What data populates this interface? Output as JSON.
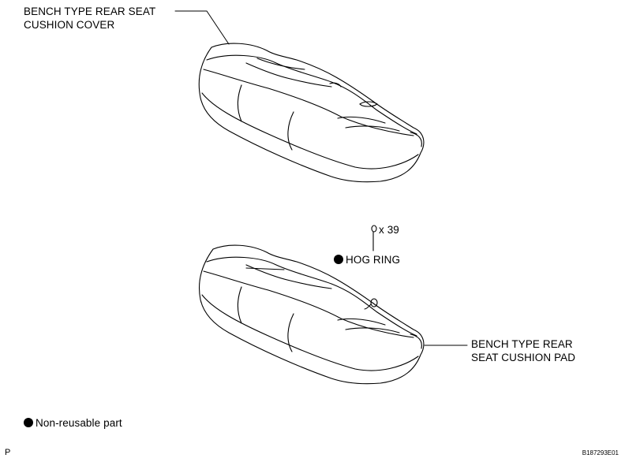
{
  "labels": {
    "cover_line1": "BENCH TYPE REAR SEAT",
    "cover_line2": "CUSHION COVER",
    "pad_line1": "BENCH TYPE REAR",
    "pad_line2": "SEAT CUSHION PAD",
    "hog_ring": "HOG RING",
    "quantity": "x 39"
  },
  "legend": {
    "text": "Non-reusable part",
    "marker": "filled-circle"
  },
  "footer": {
    "left": "P",
    "right": "B187293E01"
  },
  "icons": {
    "hog_ring": "hog-ring-icon",
    "non_reusable": "filled-circle-icon"
  }
}
